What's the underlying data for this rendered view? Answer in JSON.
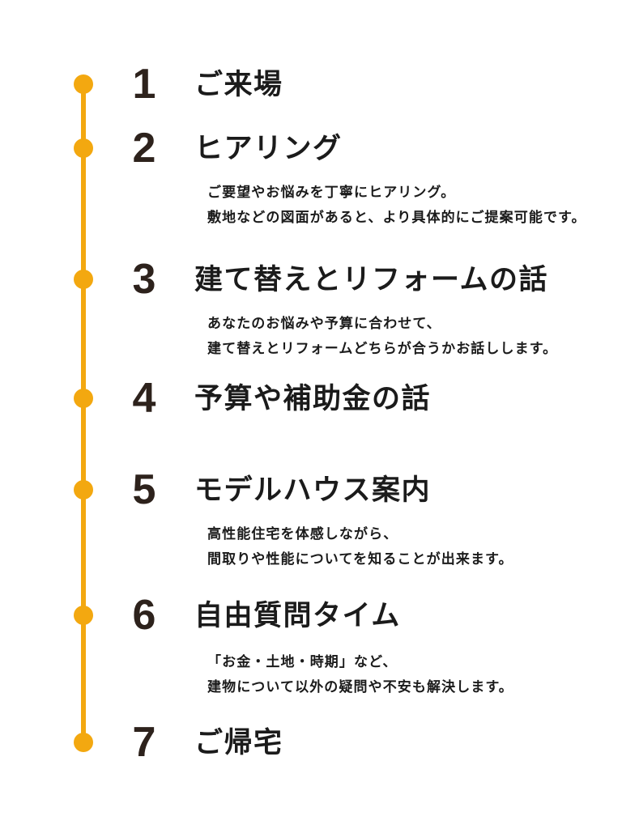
{
  "page": {
    "background_color": "#FFFFFF",
    "type": "event-flow-timeline"
  },
  "colors": {
    "accent": "#F3A810",
    "number_text": "#2D221C",
    "body_text": "#1B1B1B"
  },
  "timeline": {
    "dot_count": 7
  },
  "steps": [
    {
      "number": "1",
      "title": "ご来場",
      "desc": []
    },
    {
      "number": "2",
      "title": "ヒアリング",
      "desc": [
        "ご要望やお悩みを丁寧にヒアリング。",
        "敷地などの図面があると、より具体的にご提案可能です。"
      ]
    },
    {
      "number": "3",
      "title": "建て替えとリフォームの話",
      "desc": [
        "あなたのお悩みや予算に合わせて、",
        "建て替えとリフォームどちらが合うかお話しします。"
      ]
    },
    {
      "number": "4",
      "title": "予算や補助金の話",
      "desc": []
    },
    {
      "number": "5",
      "title": "モデルハウス案内",
      "desc": [
        "高性能住宅を体感しながら、",
        "間取りや性能についてを知ることが出来ます。"
      ]
    },
    {
      "number": "6",
      "title": "自由質問タイム",
      "desc": [
        "「お金・土地・時期」など、",
        "建物について以外の疑問や不安も解決します。"
      ]
    },
    {
      "number": "7",
      "title": "ご帰宅",
      "desc": []
    }
  ]
}
